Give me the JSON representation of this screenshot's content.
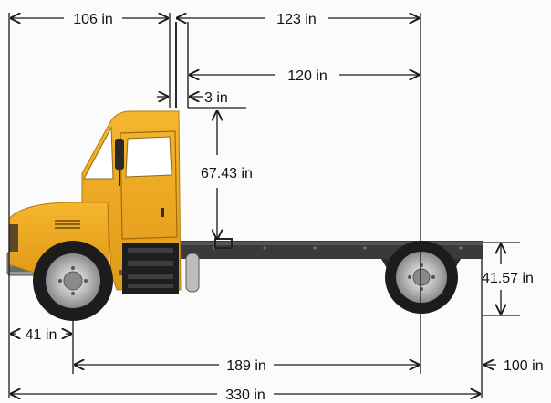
{
  "dimensions": {
    "cab_front_to_back": "106 in",
    "back_of_cab_to_axle": "123 in",
    "exhaust_to_axle": "120 in",
    "cab_clearance": "3 in",
    "cab_height_above_frame": "67.43 in",
    "frame_height": "41.57 in",
    "front_overhang": "41 in",
    "wheelbase": "189 in",
    "rear_overhang": "100 in",
    "overall_length": "330 in"
  },
  "colors": {
    "cab": "#f2a922",
    "cab_shadow": "#c98410",
    "frame": "#3a3a3a",
    "tire": "#1c1c1c",
    "wheel": "#cfcfcf",
    "dimension_lines": "#1a1a1a",
    "background": "#fbfbfb"
  },
  "icons": [
    "truck-chassis-illustration",
    "arrow-left-icon",
    "arrow-right-icon",
    "arrow-up-icon",
    "arrow-down-icon"
  ]
}
